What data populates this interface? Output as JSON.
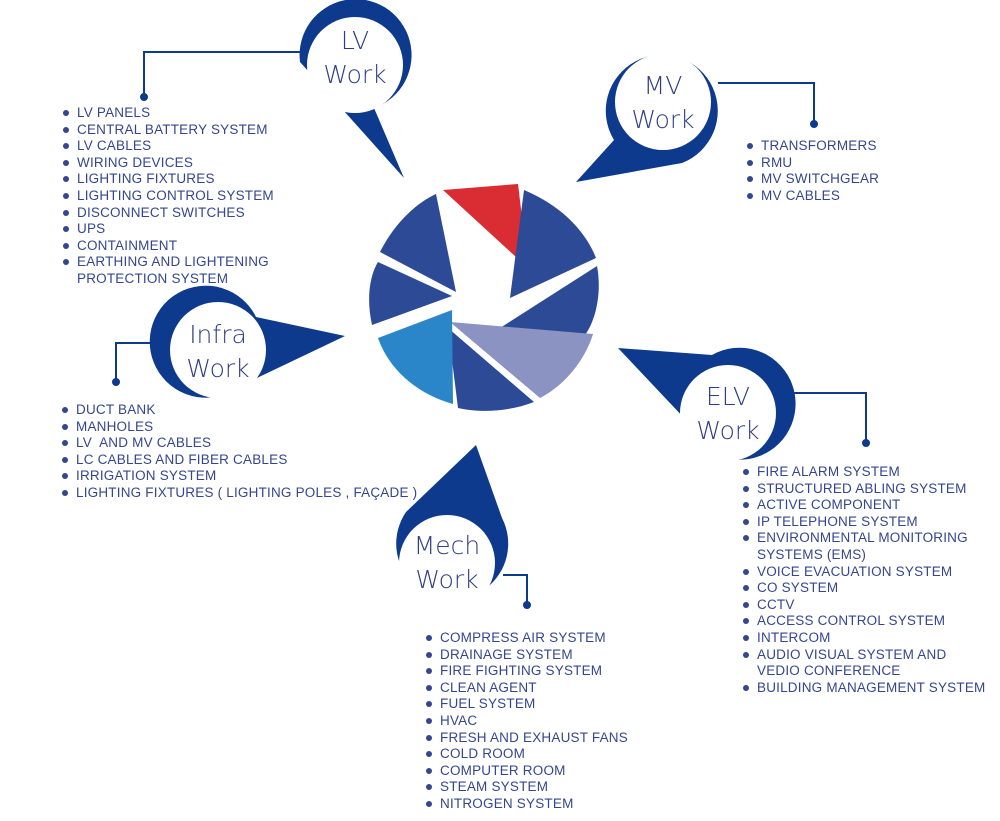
{
  "colors": {
    "navy": "#0d3a8c",
    "list_text": "#34468f",
    "red": "#d92c33",
    "dark_blue": "#2d4a96",
    "sky_blue": "#2a86c9",
    "lavender": "#8a93c2"
  },
  "groups": [
    {
      "id": "lv",
      "title_line1": "LV",
      "title_line2": "Work",
      "items": [
        "LV PANELS",
        "CENTRAL BATTERY SYSTEM",
        "LV CABLES",
        "WIRING DEVICES",
        "LIGHTING FIXTURES",
        "LIGHTING CONTROL SYSTEM",
        "DISCONNECT SWITCHES",
        "UPS",
        "CONTAINMENT",
        "EARTHING AND LIGHTENING\nPROTECTION SYSTEM"
      ]
    },
    {
      "id": "mv",
      "title_line1": "MV",
      "title_line2": "Work",
      "items": [
        "TRANSFORMERS",
        "RMU",
        "MV SWITCHGEAR",
        "MV CABLES"
      ]
    },
    {
      "id": "infra",
      "title_line1": "Infra",
      "title_line2": "Work",
      "items": [
        "DUCT BANK",
        "MANHOLES",
        "LV  AND MV CABLES",
        "LC CABLES AND FIBER CABLES",
        "IRRIGATION SYSTEM",
        "LIGHTING FIXTURES ( LIGHTING POLES , FAÇADE )"
      ]
    },
    {
      "id": "elv",
      "title_line1": "ELV",
      "title_line2": "Work",
      "items": [
        "FIRE ALARM SYSTEM",
        "STRUCTURED ABLING SYSTEM",
        "ACTIVE COMPONENT",
        "IP TELEPHONE SYSTEM",
        "ENVIRONMENTAL MONITORING\nSYSTEMS (EMS)",
        "VOICE EVACUATION SYSTEM",
        "CO SYSTEM",
        "CCTV",
        "ACCESS CONTROL SYSTEM",
        "INTERCOM",
        "AUDIO VISUAL SYSTEM AND\nVEDIO CONFERENCE",
        "BUILDING MANAGEMENT SYSTEM"
      ]
    },
    {
      "id": "mech",
      "title_line1": "Mech",
      "title_line2": "Work",
      "items": [
        "COMPRESS AIR SYSTEM",
        "DRAINAGE SYSTEM",
        "FIRE FIGHTING SYSTEM",
        "CLEAN AGENT",
        "FUEL SYSTEM",
        "HVAC",
        "FRESH AND EXHAUST FANS",
        "COLD ROOM",
        "COMPUTER ROOM",
        "STEAM SYSTEM",
        "NITROGEN SYSTEM"
      ]
    }
  ]
}
